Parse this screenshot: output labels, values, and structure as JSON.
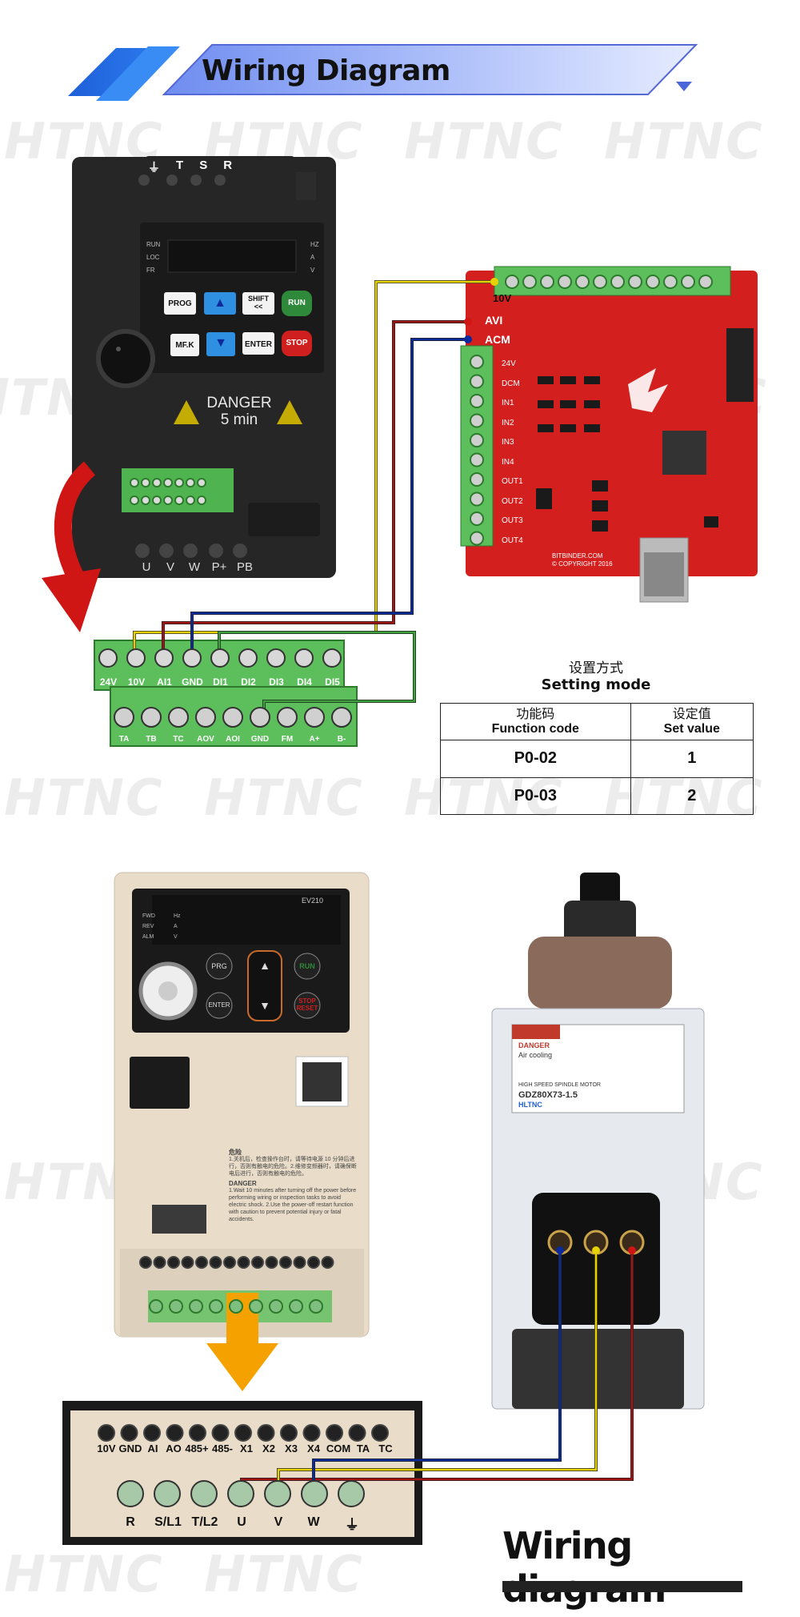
{
  "banner": {
    "title": "Wiring Diagram"
  },
  "watermark": {
    "text": "HTNC"
  },
  "vfd_top": {
    "input_terminals": [
      "T",
      "S",
      "R"
    ],
    "ground_symbol": "⏚",
    "indicators_left": [
      "RUN",
      "LOC",
      "FR"
    ],
    "indicators_right": [
      "HZ",
      "A",
      "V"
    ],
    "buttons": {
      "prog": "PROG",
      "up": "▲",
      "shift_line1": "SHIFT",
      "shift_line2": "<<",
      "run": "RUN",
      "mfk": "MF.K",
      "down": "▼",
      "enter": "ENTER",
      "stop": "STOP"
    },
    "danger_line1": "DANGER",
    "danger_line2": "5 min",
    "output_terminals": [
      "U",
      "V",
      "W",
      "P+",
      "PB"
    ]
  },
  "breakout_board": {
    "row_top_labels": [
      "10V",
      "AVI",
      "ACM"
    ],
    "left_labels": [
      "24V",
      "DCM",
      "IN1",
      "IN2",
      "IN3",
      "IN4",
      "OUT1",
      "OUT2",
      "OUT3",
      "OUT4"
    ],
    "footer_line1": "BITBINDER.COM",
    "footer_line2": "© COPYRIGHT 2016"
  },
  "control_terminals": {
    "top_row": [
      "24V",
      "10V",
      "AI1",
      "GND",
      "DI1",
      "DI2",
      "DI3",
      "DI4",
      "DI5"
    ],
    "bottom_row": [
      "TA",
      "TB",
      "TC",
      "AOV",
      "AOI",
      "GND",
      "FM",
      "A+",
      "B-"
    ]
  },
  "setting": {
    "title_cn": "设置方式",
    "title_en": "Setting mode",
    "col1_cn": "功能码",
    "col1_en": "Function code",
    "col2_cn": "设定值",
    "col2_en": "Set value",
    "rows": [
      {
        "code": "P0-02",
        "value": "1"
      },
      {
        "code": "P0-03",
        "value": "2"
      }
    ]
  },
  "vfd_bottom": {
    "model": "EV210",
    "indicators": [
      "FWD",
      "REV",
      "ALM",
      "Hz",
      "A",
      "V"
    ],
    "buttons": {
      "prg": "PRG",
      "up": "▲",
      "run": "RUN",
      "enter": "ENTER",
      "down": "▼",
      "stop_line1": "STOP",
      "stop_line2": "RESET"
    },
    "warning_title_cn": "危险",
    "warning_text_cn": "1.关机后，检查操作台时，请等待电源 10 分钟后进行，否则有触电的危险。2.维修变频器时，请确保断电后进行，否则有触电的危险。",
    "warning_title_en": "DANGER",
    "warning_text_en": "1.Wait 10 minutes after turning off the power before performing wiring or inspection tasks to avoid electric shock. 2.Use the power-off restart function with caution to prevent potential injury or fatal accidents."
  },
  "ev_terminals": {
    "top_row": [
      "10V",
      "GND",
      "AI",
      "AO",
      "485+",
      "485-",
      "X1",
      "X2",
      "X3",
      "X4",
      "COM",
      "TA",
      "TC"
    ],
    "bottom_row": [
      "R",
      "S/L1",
      "T/L2",
      "U",
      "V",
      "W",
      "⏚"
    ]
  },
  "spindle": {
    "brand": "HLTNC",
    "model": "GDZ80X73-1.5",
    "subtitle": "HIGH SPEED SPINDLE MOTOR",
    "danger": "DANGER",
    "air_cooling": "Air cooling"
  },
  "final": {
    "title": "Wiring diagram"
  },
  "colors": {
    "yellow_wire": "#e6d200",
    "red_wire": "#a11515",
    "blue_wire": "#0b2a9b",
    "green_wire": "#1e5a1e",
    "terminal_green": "#5cbf5c",
    "board_red": "#d41f1f"
  }
}
